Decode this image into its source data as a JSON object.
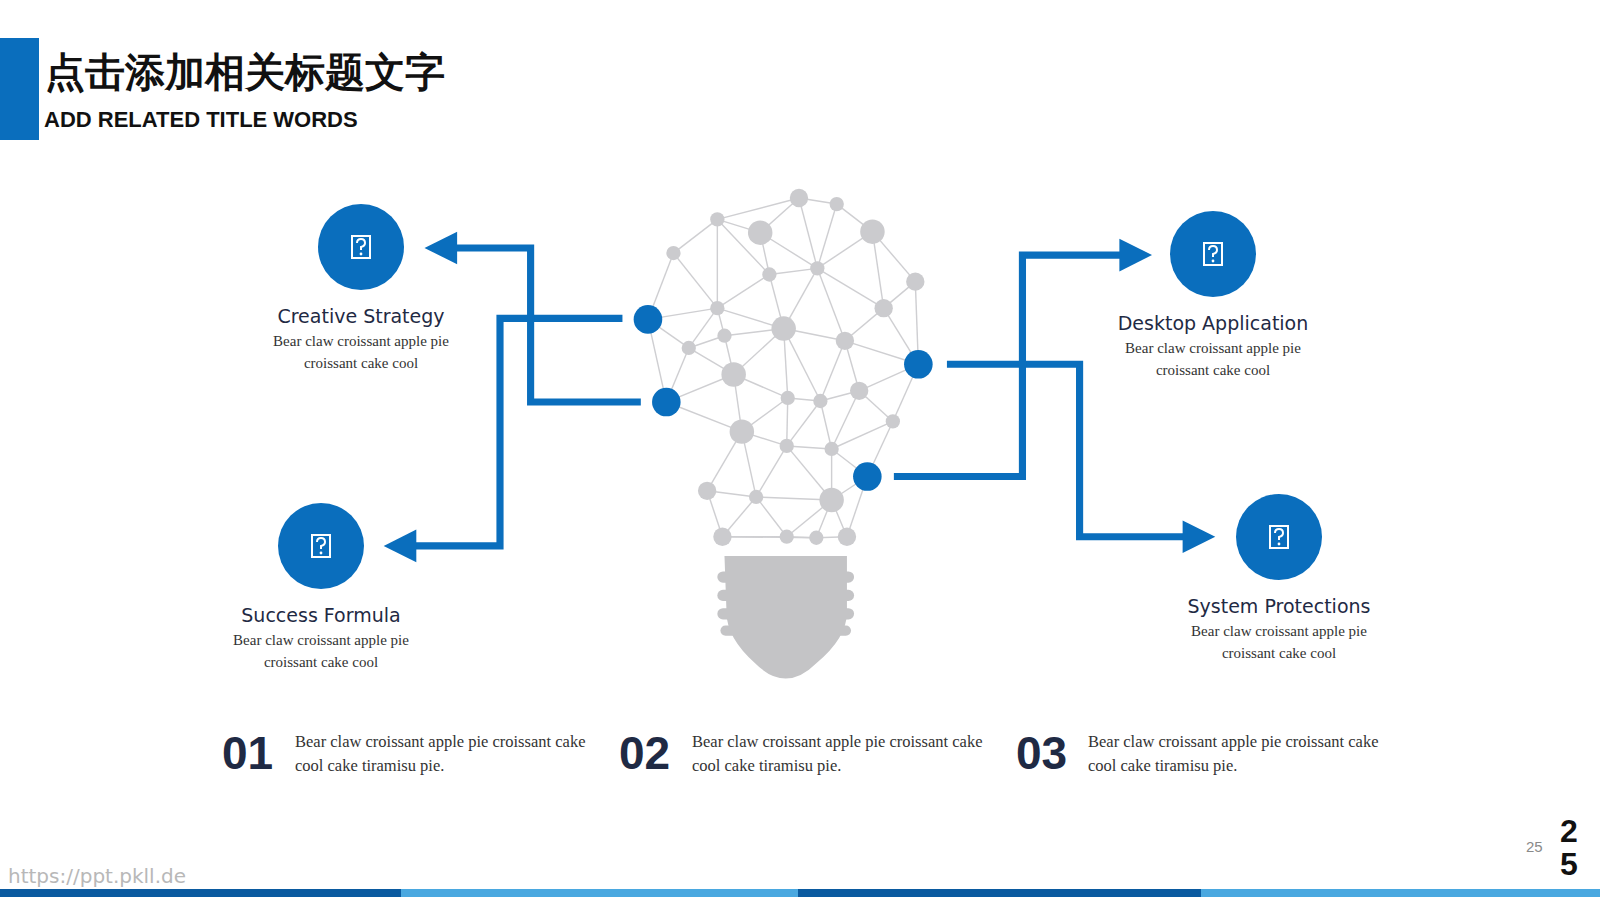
{
  "diagram": {
    "title": "点击添加相关标题文字",
    "nodes": [
      {
        "text": [
          "Creative Strategy",
          "Bear claw croissant apple pie croissant cake cool"
        ]
      },
      {
        "text": [
          "Desktop Application",
          "Bear claw croissant apple pie croissant cake cool"
        ]
      },
      {
        "text": [
          "Success Formula",
          "Bear claw croissant apple pie croissant cake cool"
        ]
      },
      {
        "text": [
          "System Protections",
          "Bear claw croissant apple pie croissant cake cool"
        ]
      }
    ],
    "labels": [
      "ADD RELATED TITLE WORDS",
      "01",
      "Bear claw croissant apple pie croissant cake cool cake tiramisu pie.",
      "02",
      "Bear claw croissant apple pie croissant cake cool cake tiramisu pie.",
      "03",
      "Bear claw croissant apple pie croissant cake cool cake tiramisu pie.",
      "25",
      "25",
      "https://ppt.pkll.de"
    ]
  }
}
